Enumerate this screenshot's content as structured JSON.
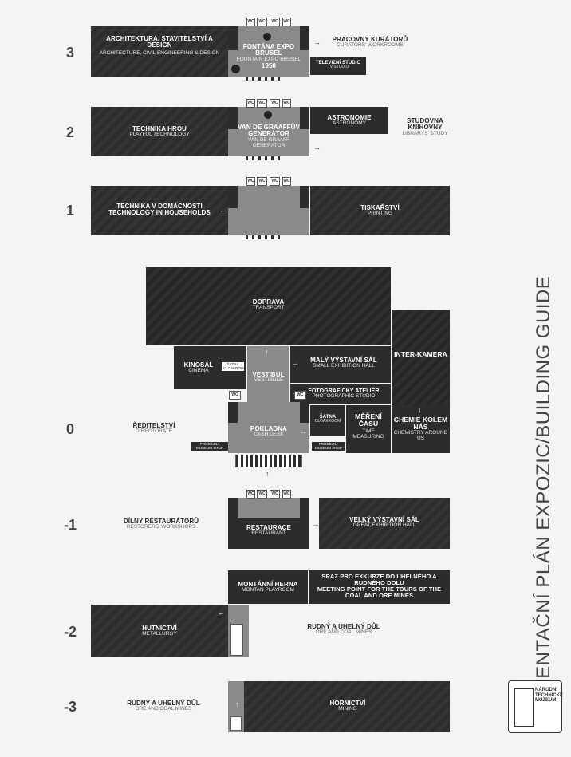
{
  "title": "ORIENTAČNÍ PLÁN EXPOZIC/BUILDING GUIDE",
  "logo": {
    "line1": "NÁRODNÍ",
    "line2": "TECHNICKÉ",
    "line3": "MUZEUM"
  },
  "wc": "WC",
  "floors": {
    "f3": {
      "num": "3",
      "arch_cz": "ARCHITEKTURA, STAVITELSTVÍ A DESIGN",
      "arch_en": "ARCHITECTURE, CIVIL ENGINEERING & DESIGN",
      "fontana_cz": "FONTÁNA EXPO BRUSEL",
      "fontana_en": "FOUNTAIN EXPO BRUSEL",
      "fontana_year": "1958",
      "curators_cz": "PRACOVNY KURÁTORŮ",
      "curators_en": "CURATORS' WORKROOMS",
      "tv_cz": "TELEVIZNÍ STUDIO",
      "tv_en": "TV STUDIO"
    },
    "f2": {
      "num": "2",
      "play_cz": "TECHNIKA HROU",
      "play_en": "PLAYFUL TECHNOLOGY",
      "vdg_cz": "VAN DE GRAAFFŮV GENERÁTOR",
      "vdg_en": "VAN DE GRAAFF GENERATOR",
      "astro_cz": "ASTRONOMIE",
      "astro_en": "ASTRONOMY",
      "lib_cz": "STUDOVNA KNIHOVNY",
      "lib_en": "LIBRARYS' STUDY"
    },
    "f1": {
      "num": "1",
      "house_cz": "TECHNIKA V DOMÁCNOSTI",
      "house_en": "TECHNOLOGY IN HOUSEHOLDS",
      "print_cz": "TISKAŘSTVÍ",
      "print_en": "PRINTING"
    },
    "f0": {
      "num": "0",
      "transport_cz": "DOPRAVA",
      "transport_en": "TRANSPORT",
      "inter_cz": "INTER-KAMERA",
      "cinema_cz": "KINOSÁL",
      "cinema_en": "CINEMA",
      "satna1": "ŠATNA CLOAKROOM",
      "vestibul_cz": "VESTIBUL",
      "vestibul_en": "VESTIBULE",
      "small_cz": "MALÝ VÝSTAVNÍ SÁL",
      "small_en": "SMALL EXHIBITION HALL",
      "photo_cz": "FOTOGRAFICKÝ ATELIÉR",
      "photo_en": "PHOTOGRAPHIC STUDIO",
      "dir_cz": "ŘEDITELSTVÍ",
      "dir_en": "DIRECTORATE",
      "shop1": "PRODEJNA MUSEUM SHOP",
      "cash_cz": "POKLADNA",
      "cash_en": "CASH DESK",
      "satna2_cz": "ŠATNA",
      "satna2_en": "CLOAKROOM",
      "shop2": "PRODEJNA MUSEUM SHOP",
      "time_cz": "MĚŘENÍ ČASU",
      "time_en": "TIME MEASURING",
      "chem_cz": "CHEMIE KOLEM NÁS",
      "chem_en": "CHEMISTRY AROUND US"
    },
    "fm1": {
      "num": "-1",
      "rest_ws_cz": "DÍLNY RESTAURÁTORŮ",
      "rest_ws_en": "RESTORERS' WORKSHOPS",
      "restaurant_cz": "RESTAURACE",
      "restaurant_en": "RESTAURANT",
      "great_cz": "VELKÝ VÝSTAVNÍ SÁL",
      "great_en": "GREAT EXHIBITION HALL"
    },
    "fm2": {
      "num": "-2",
      "montan_cz": "MONTÁNNÍ HERNA",
      "montan_en": "MONTAN PLAYROOM",
      "meet_cz": "SRAZ PRO EXKURZE DO UHELNÉHO A RUDNÉHO DOLU",
      "meet_en": "MEETING POINT FOR THE TOURS OF THE COAL AND ORE MINES",
      "metal_cz": "HUTNICTVÍ",
      "metal_en": "METALLURGY",
      "ore_cz": "RUDNÝ A UHELNÝ DŮL",
      "ore_en": "ORE AND COAL MINES"
    },
    "fm3": {
      "num": "-3",
      "ore_cz": "RUDNÝ A UHELNÝ DŮL",
      "ore_en": "ORE AND COAL MINES",
      "mining_cz": "HORNICTVÍ",
      "mining_en": "MINING"
    }
  }
}
